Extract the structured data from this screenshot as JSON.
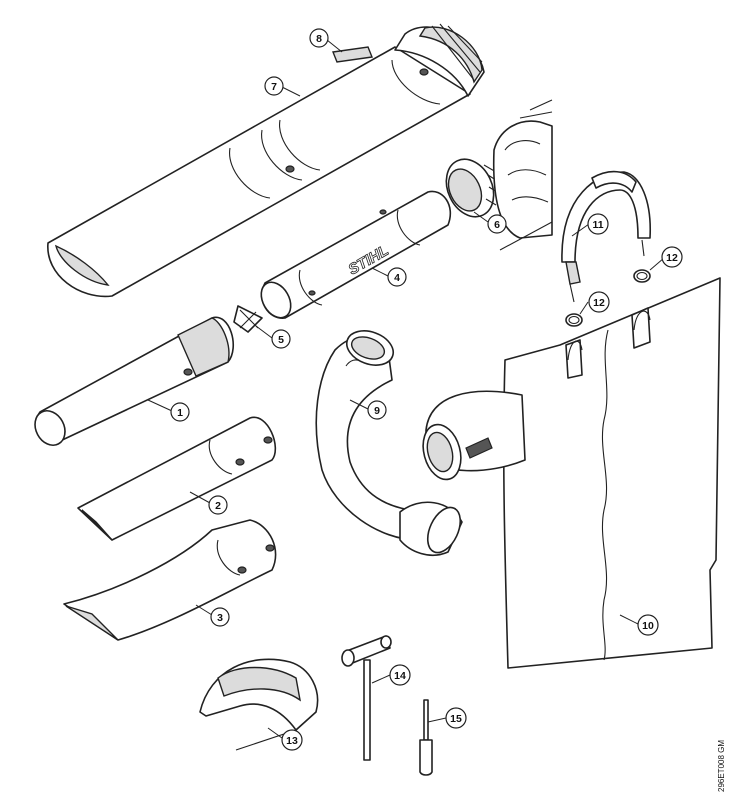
{
  "diagram": {
    "reference_code": "296ET008 GM",
    "brand_mark": "STIHL",
    "callouts": [
      "1",
      "2",
      "3",
      "4",
      "5",
      "6",
      "7",
      "8",
      "9",
      "10",
      "11",
      "12",
      "12",
      "13",
      "14",
      "15"
    ]
  }
}
